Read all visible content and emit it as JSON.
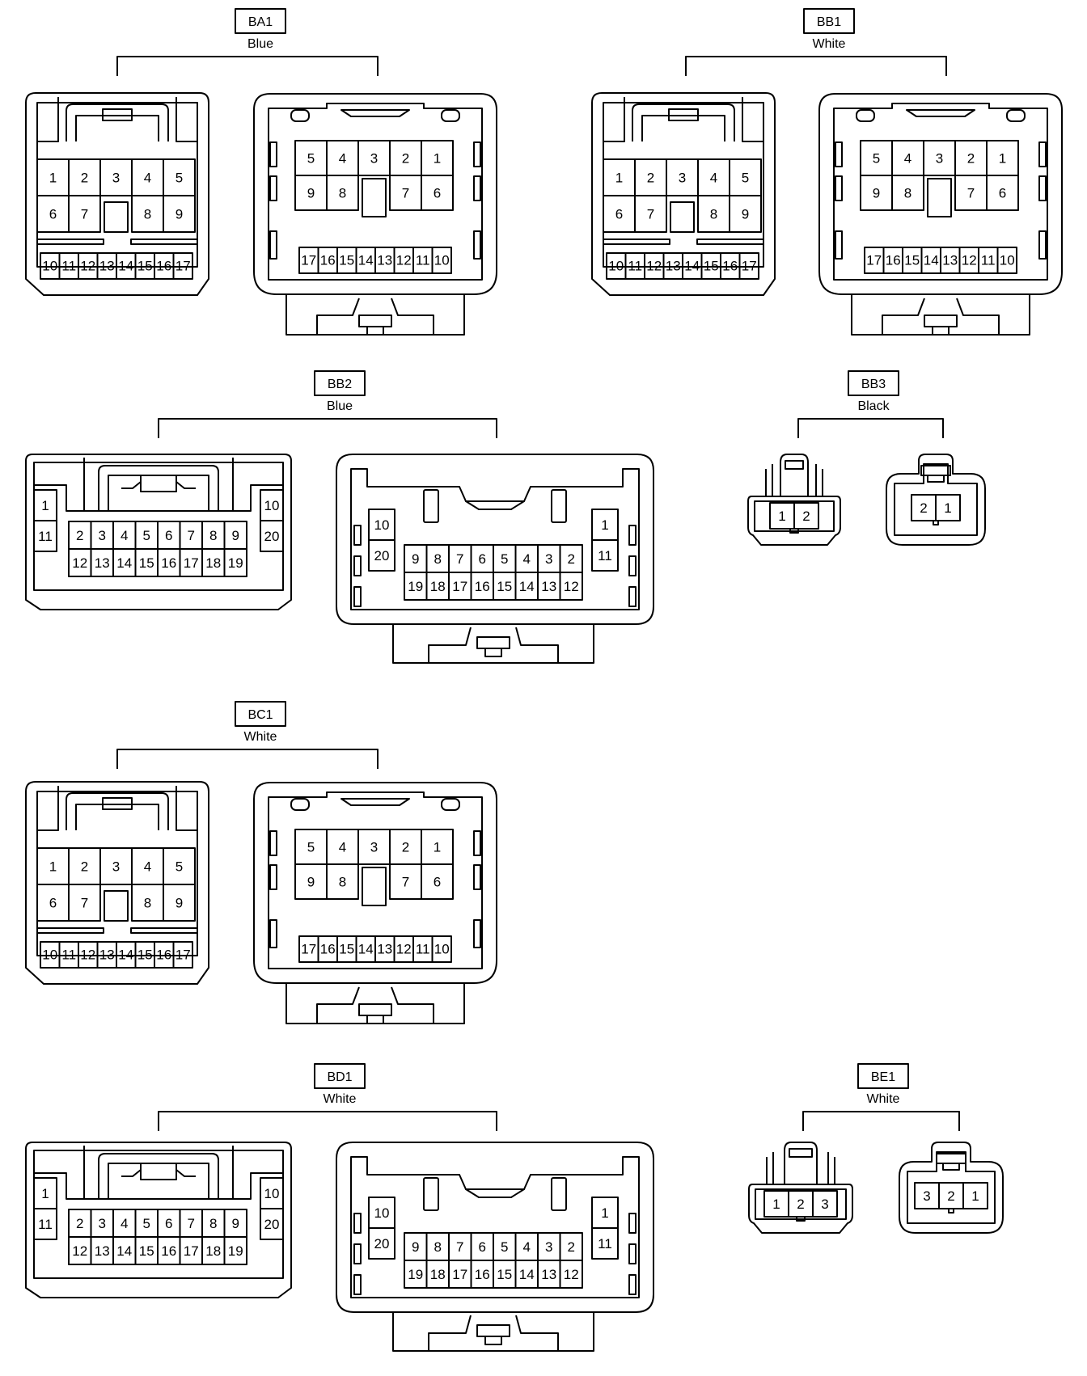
{
  "connectors": {
    "BA1": {
      "label": "BA1",
      "color": "Blue",
      "male": {
        "row1": [
          "1",
          "2",
          "3",
          "4",
          "5"
        ],
        "row2": [
          "6",
          "7",
          "8",
          "9"
        ],
        "row3": [
          "10",
          "11",
          "12",
          "13",
          "14",
          "15",
          "16",
          "17"
        ]
      },
      "female": {
        "row1": [
          "5",
          "4",
          "3",
          "2",
          "1"
        ],
        "row2": [
          "9",
          "8",
          "7",
          "6"
        ],
        "row3": [
          "17",
          "16",
          "15",
          "14",
          "13",
          "12",
          "11",
          "10"
        ]
      }
    },
    "BB1": {
      "label": "BB1",
      "color": "White",
      "male": {
        "row1": [
          "1",
          "2",
          "3",
          "4",
          "5"
        ],
        "row2": [
          "6",
          "7",
          "8",
          "9"
        ],
        "row3": [
          "10",
          "11",
          "12",
          "13",
          "14",
          "15",
          "16",
          "17"
        ]
      },
      "female": {
        "row1": [
          "5",
          "4",
          "3",
          "2",
          "1"
        ],
        "row2": [
          "9",
          "8",
          "7",
          "6"
        ],
        "row3": [
          "17",
          "16",
          "15",
          "14",
          "13",
          "12",
          "11",
          "10"
        ]
      }
    },
    "BB2": {
      "label": "BB2",
      "color": "Blue",
      "male": {
        "side_left": [
          "1",
          "11"
        ],
        "side_right": [
          "10",
          "20"
        ],
        "row1": [
          "2",
          "3",
          "4",
          "5",
          "6",
          "7",
          "8",
          "9"
        ],
        "row2": [
          "12",
          "13",
          "14",
          "15",
          "16",
          "17",
          "18",
          "19"
        ]
      },
      "female": {
        "side_left": [
          "10",
          "20"
        ],
        "side_right": [
          "1",
          "11"
        ],
        "row1": [
          "9",
          "8",
          "7",
          "6",
          "5",
          "4",
          "3",
          "2"
        ],
        "row2": [
          "19",
          "18",
          "17",
          "16",
          "15",
          "14",
          "13",
          "12"
        ]
      }
    },
    "BB3": {
      "label": "BB3",
      "color": "Black",
      "male": {
        "row1": [
          "1",
          "2"
        ]
      },
      "female": {
        "row1": [
          "2",
          "1"
        ]
      }
    },
    "BC1": {
      "label": "BC1",
      "color": "White",
      "male": {
        "row1": [
          "1",
          "2",
          "3",
          "4",
          "5"
        ],
        "row2": [
          "6",
          "7",
          "8",
          "9"
        ],
        "row3": [
          "10",
          "11",
          "12",
          "13",
          "14",
          "15",
          "16",
          "17"
        ]
      },
      "female": {
        "row1": [
          "5",
          "4",
          "3",
          "2",
          "1"
        ],
        "row2": [
          "9",
          "8",
          "7",
          "6"
        ],
        "row3": [
          "17",
          "16",
          "15",
          "14",
          "13",
          "12",
          "11",
          "10"
        ]
      }
    },
    "BD1": {
      "label": "BD1",
      "color": "White",
      "male": {
        "side_left": [
          "1",
          "11"
        ],
        "side_right": [
          "10",
          "20"
        ],
        "row1": [
          "2",
          "3",
          "4",
          "5",
          "6",
          "7",
          "8",
          "9"
        ],
        "row2": [
          "12",
          "13",
          "14",
          "15",
          "16",
          "17",
          "18",
          "19"
        ]
      },
      "female": {
        "side_left": [
          "10",
          "20"
        ],
        "side_right": [
          "1",
          "11"
        ],
        "row1": [
          "9",
          "8",
          "7",
          "6",
          "5",
          "4",
          "3",
          "2"
        ],
        "row2": [
          "19",
          "18",
          "17",
          "16",
          "15",
          "14",
          "13",
          "12"
        ]
      }
    },
    "BE1": {
      "label": "BE1",
      "color": "White",
      "male": {
        "row1": [
          "1",
          "2",
          "3"
        ]
      },
      "female": {
        "row1": [
          "3",
          "2",
          "1"
        ]
      }
    }
  }
}
